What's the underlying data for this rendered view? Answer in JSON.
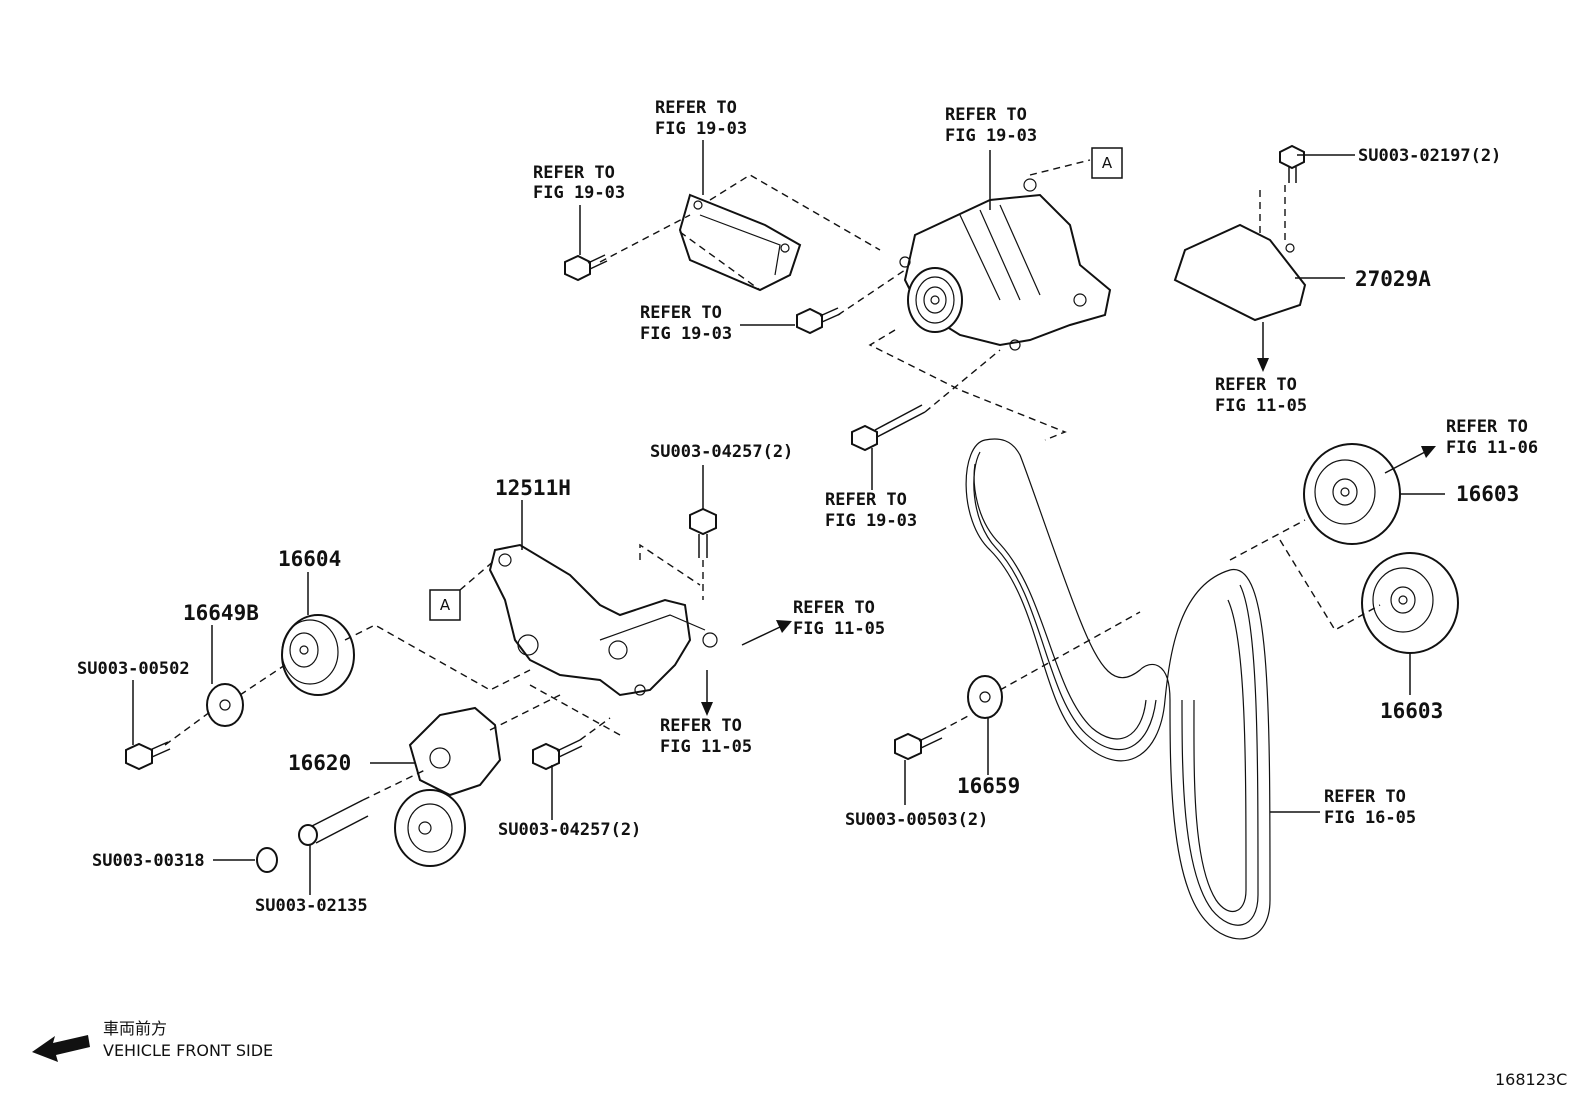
{
  "callouts": [
    {
      "l1": "REFER TO",
      "l2": "FIG 19-03"
    },
    {
      "l1": "REFER TO",
      "l2": "FIG 19-03"
    },
    {
      "l1": "REFER TO",
      "l2": "FIG 19-03"
    },
    {
      "l1": "REFER TO",
      "l2": "FIG 19-03"
    },
    {
      "l1": "REFER TO",
      "l2": "FIG 19-03"
    },
    {
      "l1": "REFER TO",
      "l2": "FIG 11-05"
    },
    {
      "l1": "REFER TO",
      "l2": "FIG 11-06"
    },
    {
      "l1": "REFER TO",
      "l2": "FIG 11-05"
    },
    {
      "l1": "REFER TO",
      "l2": "FIG 11-05"
    },
    {
      "l1": "REFER TO",
      "l2": "FIG 16-05"
    }
  ],
  "parts": {
    "p27029a": "27029A",
    "p12511h": "12511H",
    "p16604": "16604",
    "p16649b": "16649B",
    "p16620": "16620",
    "p16603_top": "16603",
    "p16603_bottom": "16603",
    "p16659": "16659"
  },
  "fasteners": {
    "su02197": "SU003-02197(2)",
    "su04257_top": "SU003-04257(2)",
    "su04257_bottom": "SU003-04257(2)",
    "su00502": "SU003-00502",
    "su00318": "SU003-00318",
    "su02135": "SU003-02135",
    "su00503": "SU003-00503(2)"
  },
  "ref_marker": "A",
  "legend": {
    "japanese": "車両前方",
    "english": "VEHICLE FRONT SIDE"
  },
  "figure_id": "168123C"
}
